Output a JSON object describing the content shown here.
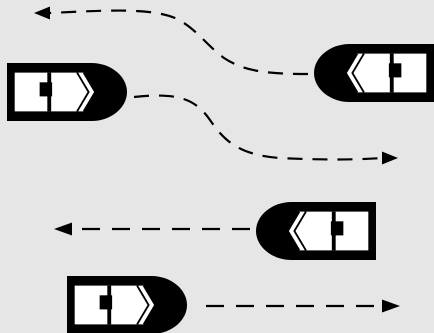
{
  "canvas": {
    "background": "#e6e6e6",
    "ink": "#000000",
    "hull_fill": "#ffffff"
  },
  "boats": [
    {
      "id": "boat-1",
      "bow": "right"
    },
    {
      "id": "boat-2",
      "bow": "left"
    },
    {
      "id": "boat-3",
      "bow": "left"
    },
    {
      "id": "boat-4",
      "bow": "right"
    }
  ],
  "paths": [
    {
      "id": "path-1",
      "style": "dashed",
      "shape": "curve",
      "head": "left"
    },
    {
      "id": "path-2",
      "style": "dashed",
      "shape": "curve",
      "head": "right"
    },
    {
      "id": "path-3",
      "style": "dashed",
      "shape": "straight",
      "head": "left"
    },
    {
      "id": "path-4",
      "style": "dashed",
      "shape": "straight",
      "head": "right"
    }
  ]
}
